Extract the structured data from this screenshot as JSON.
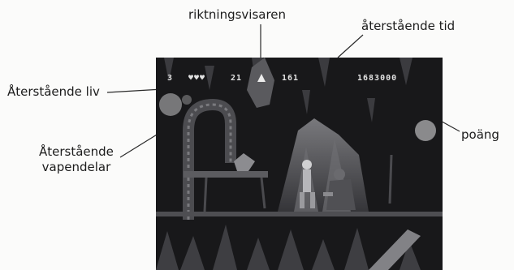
{
  "callouts": {
    "direction_indicator": "riktningsvisaren",
    "time_remaining": "återstående tid",
    "lives_remaining": "Återstående liv",
    "score": "poäng",
    "weapon_parts_line1": "Återstående",
    "weapon_parts_line2": "vapendelar"
  },
  "hud": {
    "lives": "3",
    "health": "♥♥♥",
    "weapon_parts": "21",
    "time": "161",
    "score": "1683000"
  },
  "colors": {
    "screen_bg": "#161618",
    "line": "#2a2a2a",
    "hud_text": "#e3e3e3"
  }
}
